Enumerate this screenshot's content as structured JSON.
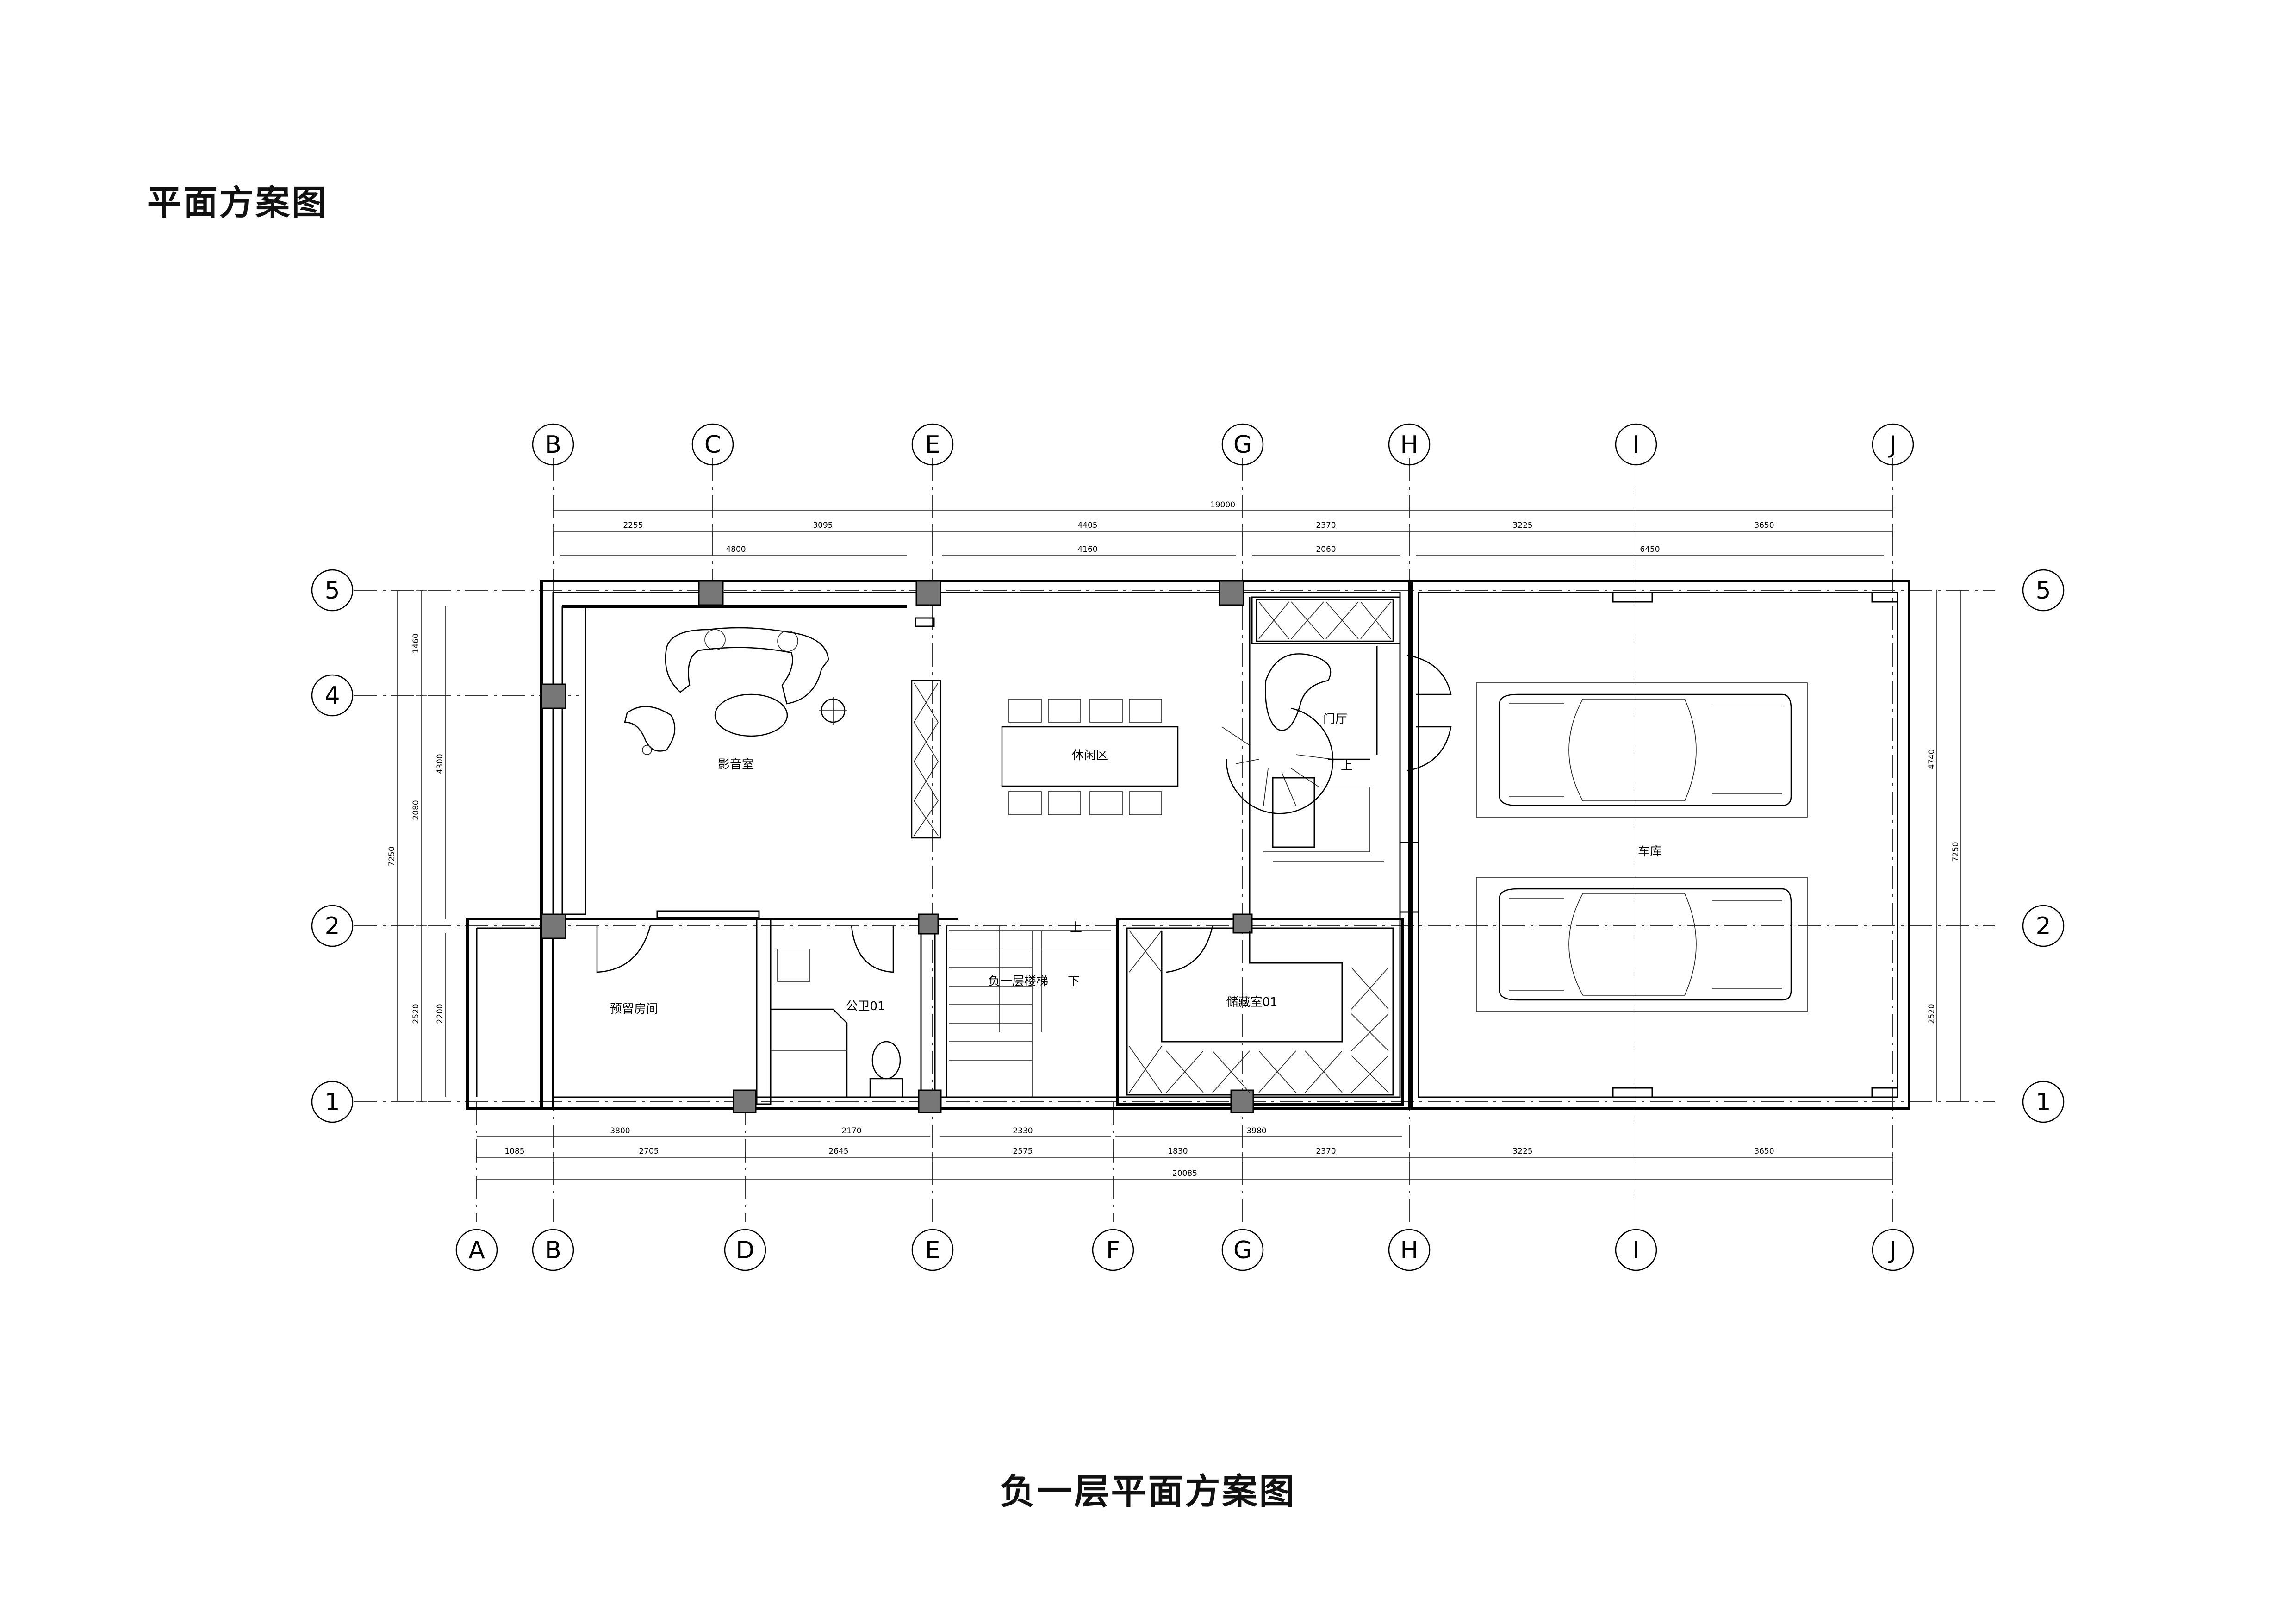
{
  "header": {
    "title": "平面方案图"
  },
  "footer": {
    "drawing_title": "负一层平面方案图"
  },
  "grid": {
    "top": [
      "B",
      "C",
      "E",
      "G",
      "H",
      "I",
      "J"
    ],
    "bottom": [
      "A",
      "B",
      "D",
      "E",
      "F",
      "G",
      "H",
      "I",
      "J"
    ],
    "left": [
      "5",
      "4",
      "2",
      "1"
    ],
    "right": [
      "5",
      "2",
      "1"
    ]
  },
  "dimensions": {
    "top_total": "19000",
    "top_row1": [
      "2255",
      "3095",
      "4405",
      "2370",
      "3225",
      "3650"
    ],
    "top_row2": [
      "4800",
      "4160",
      "2060",
      "6450"
    ],
    "bottom_row1": [
      "3800",
      "2170",
      "2330",
      "3980"
    ],
    "bottom_row2": [
      "1085",
      "2705",
      "2645",
      "2575",
      "1830",
      "2370",
      "3225",
      "3650"
    ],
    "bottom_total": "20085",
    "left_outer": "7250",
    "left_inner": [
      "1460",
      "2080",
      "2520"
    ],
    "left_mid": [
      "4300",
      "2200"
    ],
    "right_outer": "7250",
    "right_inner": [
      "4740",
      "2520"
    ]
  },
  "rooms": {
    "media_room": "影音室",
    "lounge": "休闲区",
    "foyer": "门厅",
    "garage": "车库",
    "reserved_room": "预留房间",
    "bathroom": "公卫01",
    "stairs": "负一层楼梯",
    "storage": "储藏室01",
    "stair_up_1": "上",
    "stair_up_2": "上",
    "stair_down": "下"
  }
}
